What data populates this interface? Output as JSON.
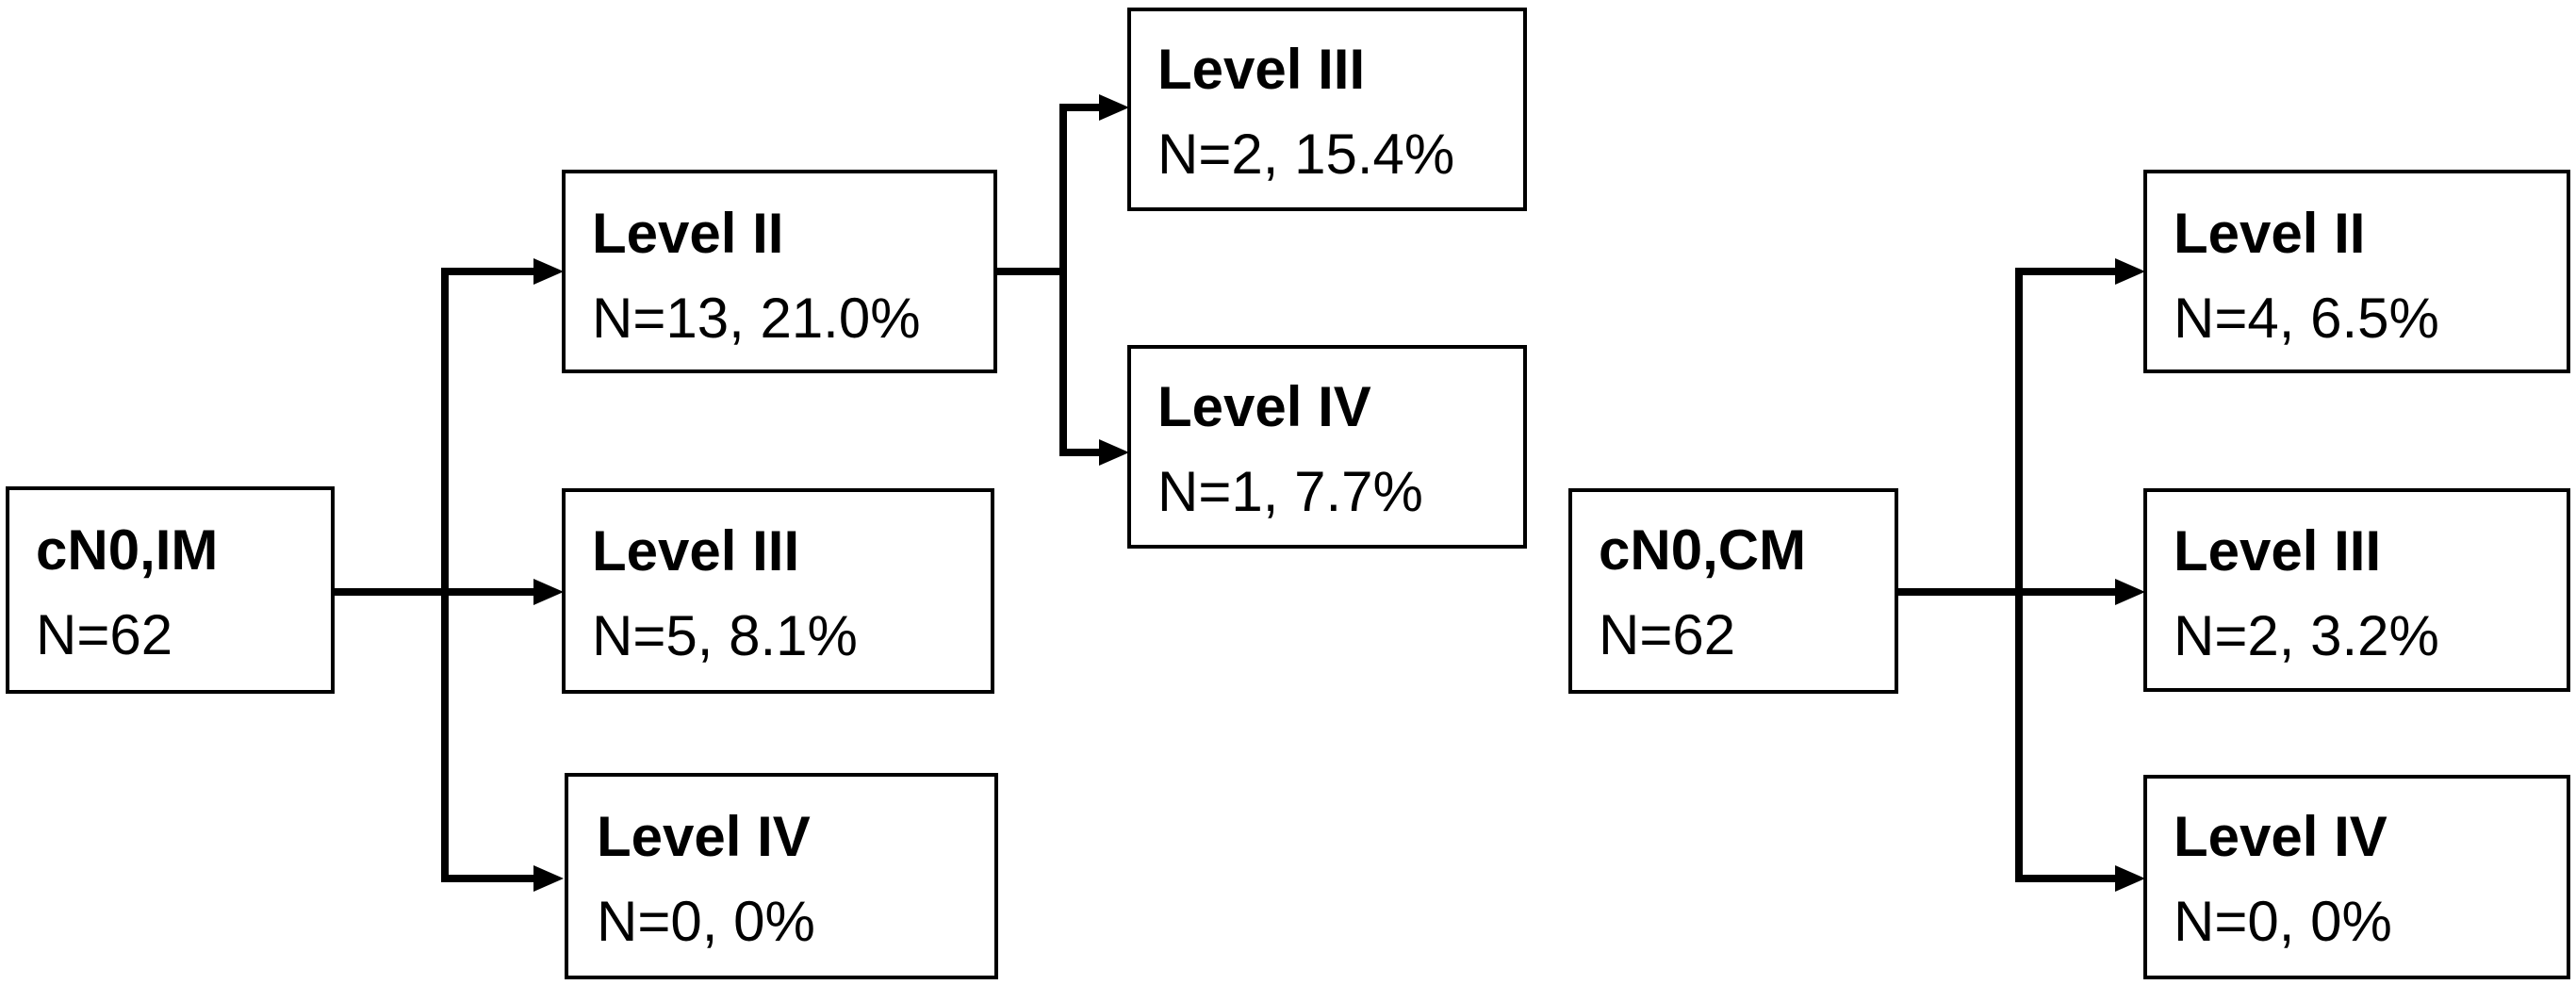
{
  "diagram": {
    "left_tree": {
      "root": {
        "title": "cN0,IM",
        "value": "N=62"
      },
      "level2": {
        "title": "Level II",
        "value": "N=13, 21.0%"
      },
      "level3": {
        "title": "Level III",
        "value": "N=5, 8.1%"
      },
      "level4": {
        "title": "Level IV",
        "value": "N=0, 0%"
      },
      "level2_children": {
        "level3": {
          "title": "Level III",
          "value": "N=2, 15.4%"
        },
        "level4": {
          "title": "Level IV",
          "value": "N=1, 7.7%"
        }
      }
    },
    "right_tree": {
      "root": {
        "title": "cN0,CM",
        "value": "N=62"
      },
      "level2": {
        "title": "Level II",
        "value": "N=4, 6.5%"
      },
      "level3": {
        "title": "Level III",
        "value": "N=2, 3.2%"
      },
      "level4": {
        "title": "Level IV",
        "value": "N=0, 0%"
      }
    },
    "colors": {
      "stroke": "#000000",
      "background": "#ffffff"
    }
  }
}
